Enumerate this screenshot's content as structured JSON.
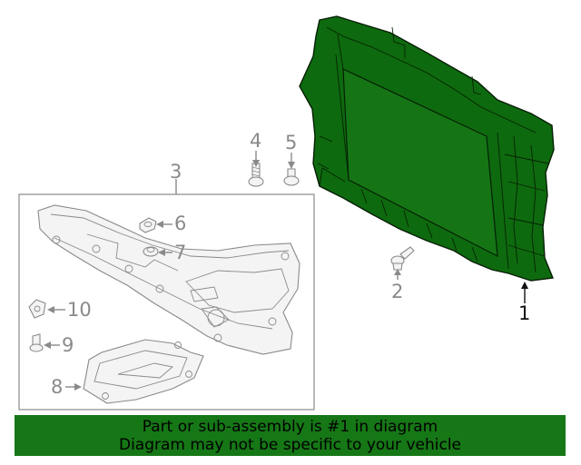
{
  "callouts": {
    "c1": "1",
    "c2": "2",
    "c3": "3",
    "c4": "4",
    "c5": "5",
    "c6": "6",
    "c7": "7",
    "c8": "8",
    "c9": "9",
    "c10": "10"
  },
  "banner": {
    "line1": "Part or sub-assembly is #1 in diagram",
    "line2": "Diagram may not be specific to your vehicle"
  },
  "colors": {
    "highlight": "#167716",
    "radiator": "#0e6a0e",
    "linework": "#8a8a8a"
  }
}
